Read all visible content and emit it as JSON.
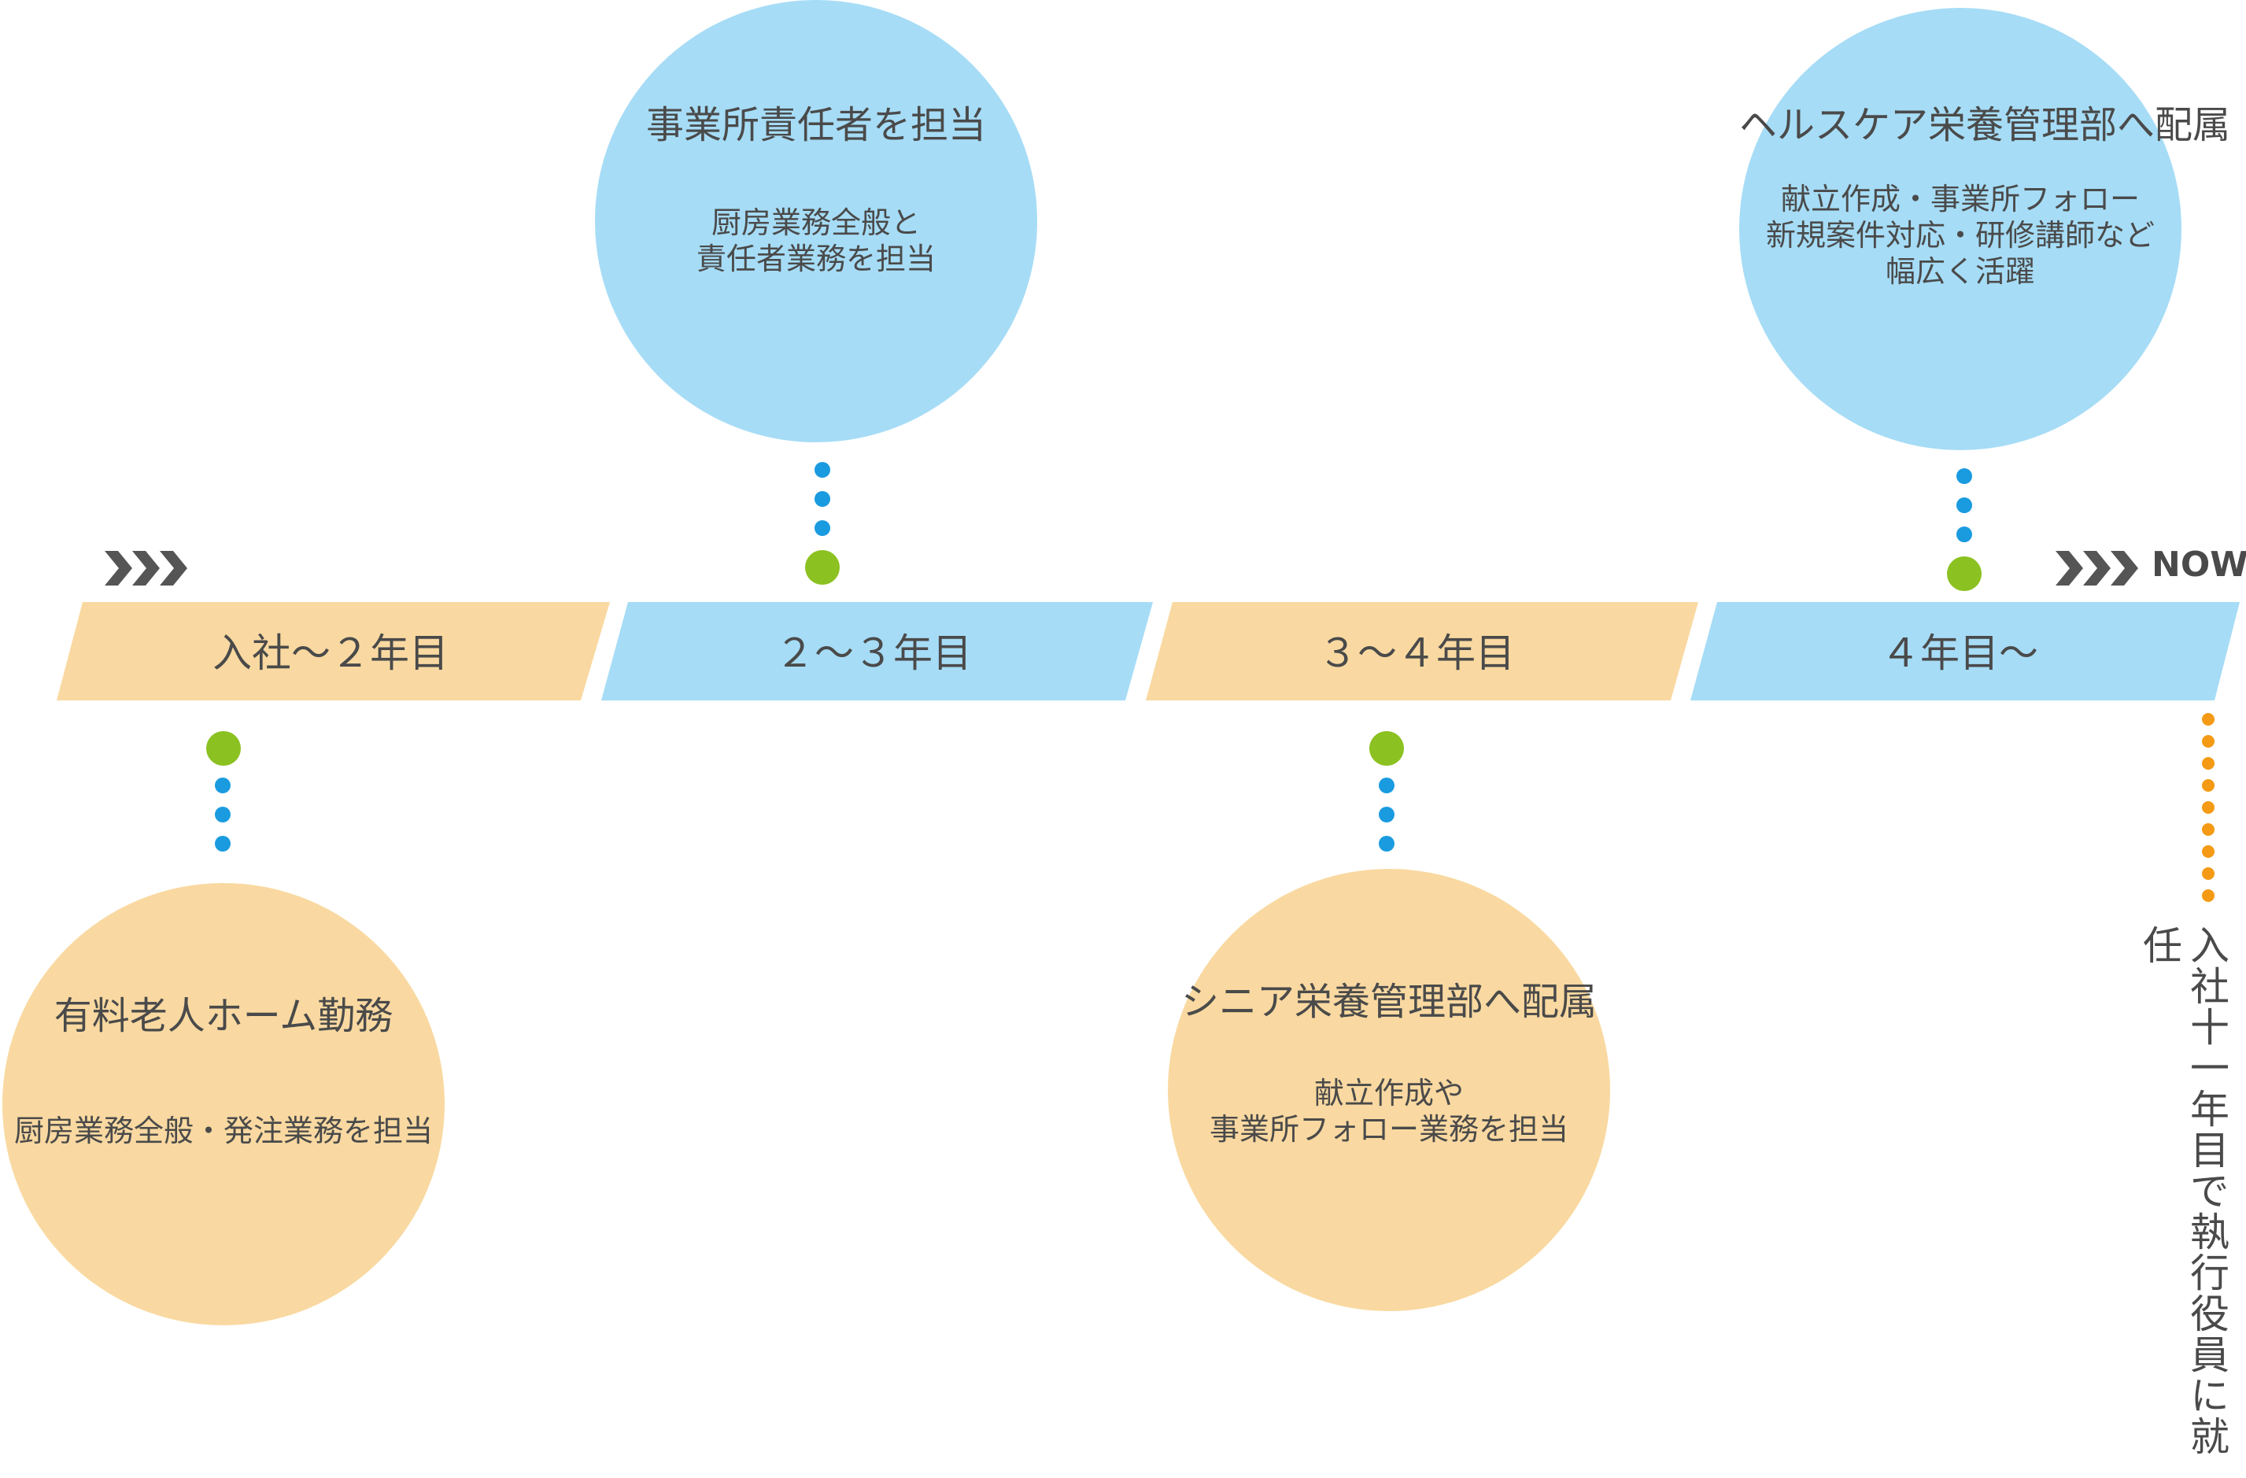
{
  "stages": [
    {
      "label": "入社〜２年目",
      "color": "#f9d9a1"
    },
    {
      "label": "２〜３年目",
      "color": "#a6dcf6"
    },
    {
      "label": "３〜４年目",
      "color": "#f9d9a1"
    },
    {
      "label": "４年目〜",
      "color": "#a6dcf6"
    }
  ],
  "events": [
    {
      "title": "有料老人ホーム勤務",
      "desc": [
        "厨房業務全般・発注業務を担当"
      ]
    },
    {
      "title": "事業所責任者を担当",
      "desc": [
        "厨房業務全般と",
        "責任者業務を担当"
      ]
    },
    {
      "title": "シニア栄養管理部へ配属",
      "desc": [
        "献立作成や",
        "事業所フォロー業務を担当"
      ]
    },
    {
      "title": "ヘルスケア栄養管理部へ配属",
      "desc": [
        "献立作成・事業所フォロー",
        "新規案件対応・研修講師など",
        "幅広く活躍"
      ]
    }
  ],
  "now_label": "NOW",
  "final_note": "入社十一年目で執行役員に就任",
  "colors": {
    "blue_dot": "#1a9be0",
    "green_dot": "#8bc121",
    "orange_dot": "#f49a14",
    "text": "#4a4a4a"
  }
}
